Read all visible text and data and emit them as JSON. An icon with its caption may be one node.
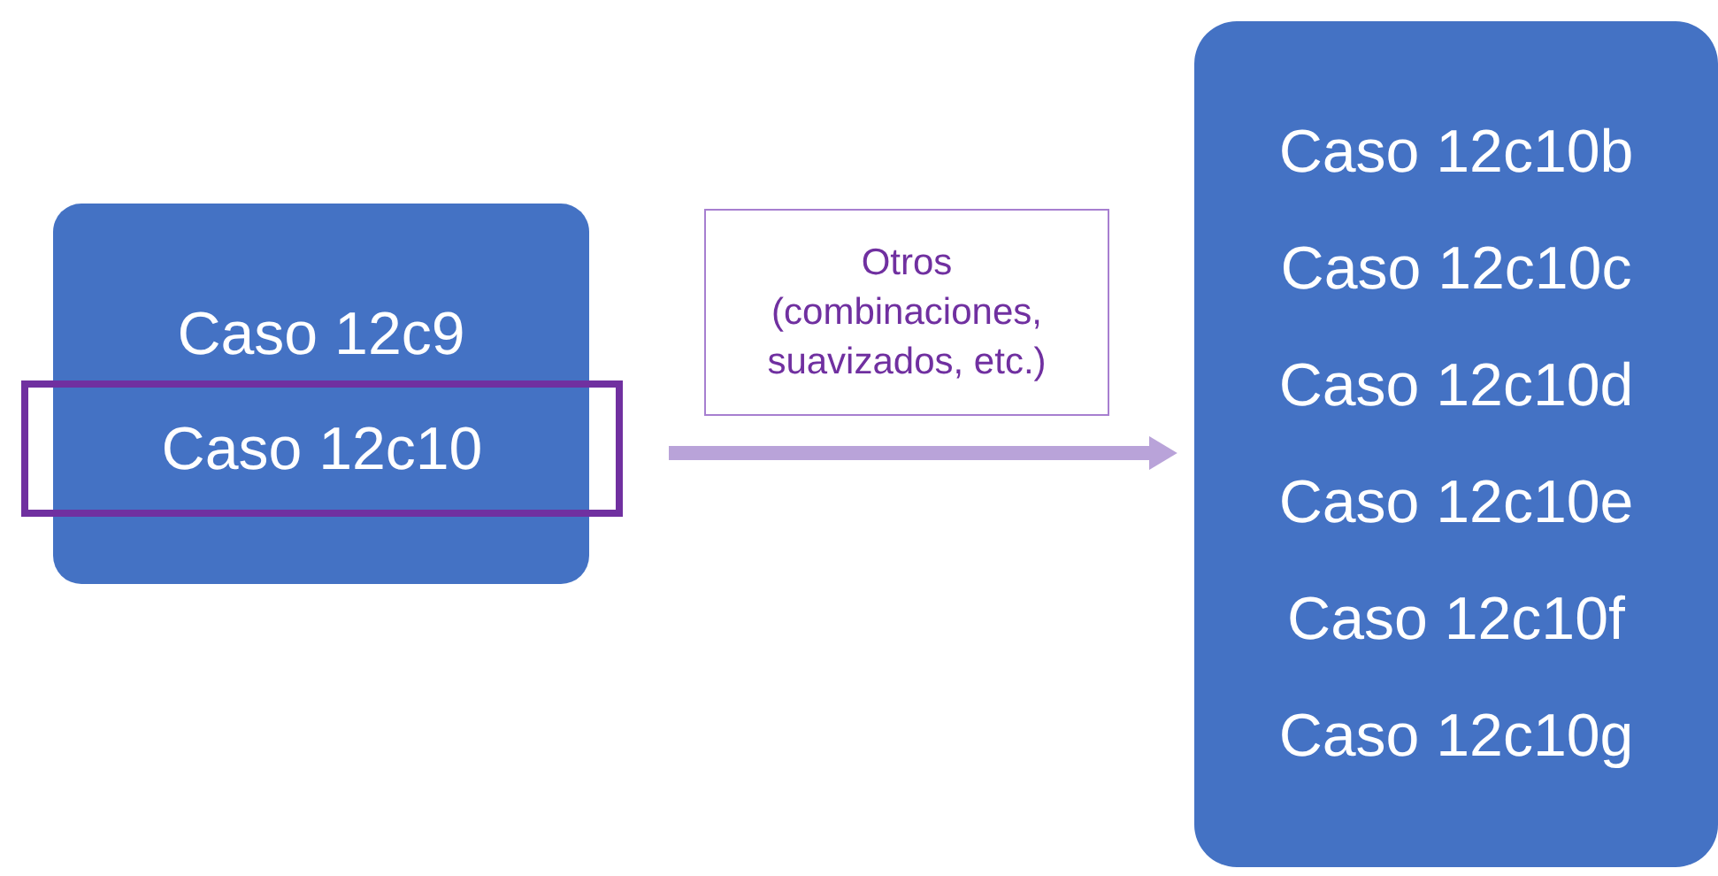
{
  "diagram": {
    "nodes": [
      {
        "text": [
          "Caso 12c9"
        ]
      },
      {
        "text": [
          "Caso 12c10"
        ]
      },
      {
        "text": [
          "Otros (combinaciones, suavizados, etc.)"
        ]
      },
      {
        "text": [
          "Caso 12c10b",
          "Caso 12c10c",
          "Caso 12c10d",
          "Caso 12c10e",
          "Caso 12c10f",
          "Caso 12c10g"
        ]
      }
    ],
    "edges": [
      {
        "from": 1,
        "to": 3,
        "arrow": "to"
      }
    ]
  }
}
